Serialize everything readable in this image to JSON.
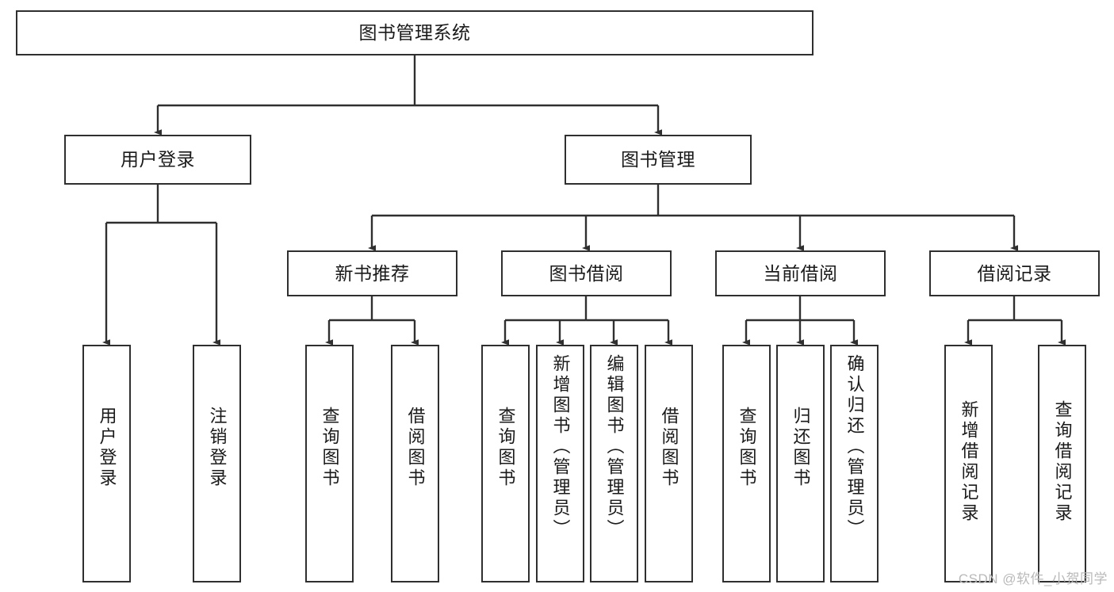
{
  "diagram": {
    "title": "图书管理系统",
    "type": "tree-hierarchy",
    "watermark": "CSDN @软件_小贺同学",
    "colors": {
      "stroke": "#2f2f2f",
      "fill": "#ffffff",
      "text": "#1a1a1a",
      "watermark": "#b9b9b9"
    },
    "levels": {
      "root": {
        "label": "图书管理系统"
      },
      "level2": [
        {
          "id": "user-login",
          "label": "用户登录"
        },
        {
          "id": "book-manage",
          "label": "图书管理"
        }
      ],
      "level3": [
        {
          "id": "new-book-recommend",
          "label": "新书推荐"
        },
        {
          "id": "book-borrow",
          "label": "图书借阅"
        },
        {
          "id": "current-borrow",
          "label": "当前借阅"
        },
        {
          "id": "borrow-record",
          "label": "借阅记录"
        }
      ],
      "leaves": {
        "user-login": [
          {
            "id": "leaf-user-login",
            "label": "用户登录"
          },
          {
            "id": "leaf-logout-login",
            "label": "注销登录"
          }
        ],
        "new-book-recommend": [
          {
            "id": "leaf-query-book-1",
            "label": "查询图书"
          },
          {
            "id": "leaf-borrow-book-1",
            "label": "借阅图书"
          }
        ],
        "book-borrow": [
          {
            "id": "leaf-query-book-2",
            "label": "查询图书"
          },
          {
            "id": "leaf-add-book",
            "label": "新增图书（管理员）"
          },
          {
            "id": "leaf-edit-book",
            "label": "编辑图书（管理员）"
          },
          {
            "id": "leaf-borrow-book-2",
            "label": "借阅图书"
          }
        ],
        "current-borrow": [
          {
            "id": "leaf-query-book-3",
            "label": "查询图书"
          },
          {
            "id": "leaf-return-book",
            "label": "归还图书"
          },
          {
            "id": "leaf-confirm-return",
            "label": "确认归还（管理员）"
          }
        ],
        "borrow-record": [
          {
            "id": "leaf-add-record",
            "label": "新增借阅记录"
          },
          {
            "id": "leaf-query-record",
            "label": "查询借阅记录"
          }
        ]
      }
    }
  }
}
